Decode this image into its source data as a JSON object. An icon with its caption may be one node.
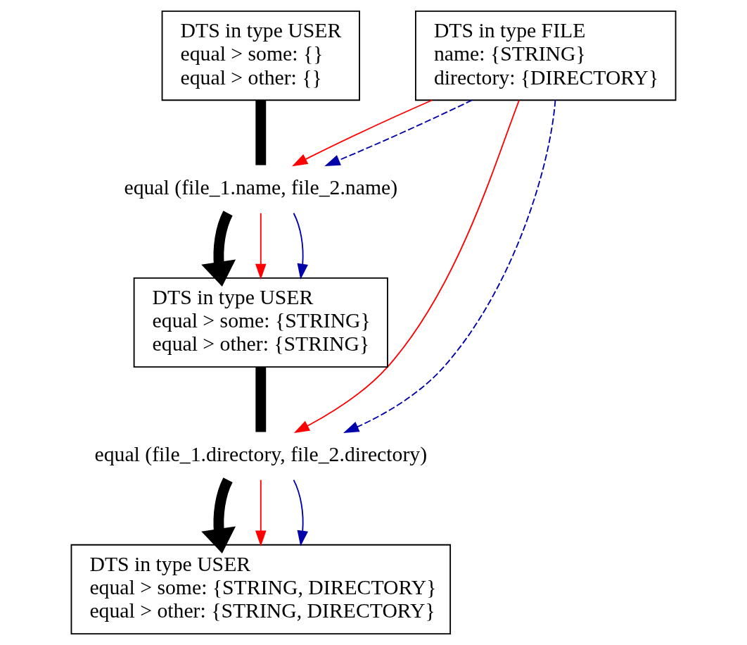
{
  "diagram": {
    "nodes": [
      {
        "text": [
          "DTS in type USER",
          "equal > some: {}",
          "equal > other: {}"
        ]
      },
      {
        "text": [
          "DTS in type FILE",
          "name: {STRING}",
          "directory: {DIRECTORY}"
        ]
      },
      {
        "text": [
          "equal (file_1.name, file_2.name)"
        ]
      },
      {
        "text": [
          "DTS in type USER",
          "equal > some: {STRING}",
          "equal > other: {STRING}"
        ]
      },
      {
        "text": [
          "equal (file_1.directory, file_2.directory)"
        ]
      },
      {
        "text": [
          "DTS in type USER",
          "equal > some: {STRING, DIRECTORY}",
          "equal > other: {STRING, DIRECTORY}"
        ]
      }
    ],
    "edges": [
      {
        "from": 0,
        "to": 2,
        "arrow": "none",
        "style": "thick",
        "color": "#000000"
      },
      {
        "from": 1,
        "to": 2,
        "arrow": "to",
        "color": "#ff0000"
      },
      {
        "from": 1,
        "to": 2,
        "arrow": "to",
        "style": "dashed",
        "color": "#0000aa"
      },
      {
        "from": 2,
        "to": 3,
        "arrow": "to",
        "style": "thick",
        "color": "#000000"
      },
      {
        "from": 2,
        "to": 3,
        "arrow": "to",
        "color": "#ff0000"
      },
      {
        "from": 2,
        "to": 3,
        "arrow": "to",
        "color": "#0000aa"
      },
      {
        "from": 3,
        "to": 4,
        "arrow": "none",
        "style": "thick",
        "color": "#000000"
      },
      {
        "from": 1,
        "to": 4,
        "arrow": "to",
        "color": "#ff0000"
      },
      {
        "from": 1,
        "to": 4,
        "arrow": "to",
        "style": "dashed",
        "color": "#0000aa"
      },
      {
        "from": 4,
        "to": 5,
        "arrow": "to",
        "style": "thick",
        "color": "#000000"
      },
      {
        "from": 4,
        "to": 5,
        "arrow": "to",
        "color": "#ff0000"
      },
      {
        "from": 4,
        "to": 5,
        "arrow": "to",
        "color": "#0000aa"
      }
    ]
  }
}
